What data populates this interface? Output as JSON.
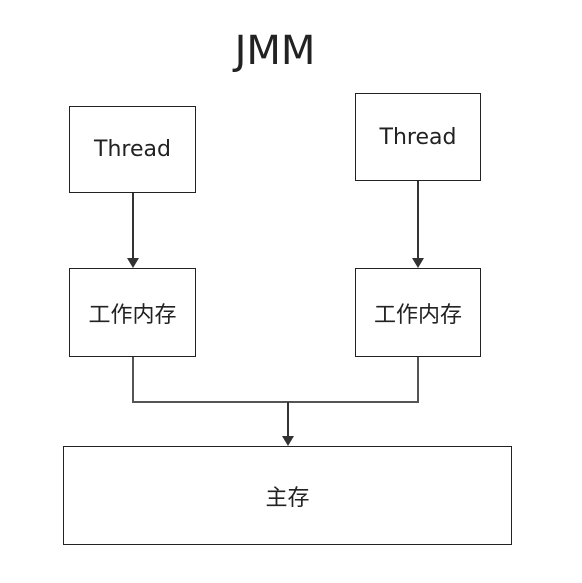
{
  "title": "JMM",
  "nodes": {
    "thread_left": "Thread",
    "thread_right": "Thread",
    "working_memory_left": "工作内存",
    "working_memory_right": "工作内存",
    "main_memory": "主存"
  },
  "edges": [
    {
      "from": "thread_left",
      "to": "working_memory_left"
    },
    {
      "from": "thread_right",
      "to": "working_memory_right"
    },
    {
      "from": "working_memory_left",
      "to": "main_memory"
    },
    {
      "from": "working_memory_right",
      "to": "main_memory"
    }
  ],
  "colors": {
    "stroke": "#222222",
    "connector": "#555555"
  }
}
